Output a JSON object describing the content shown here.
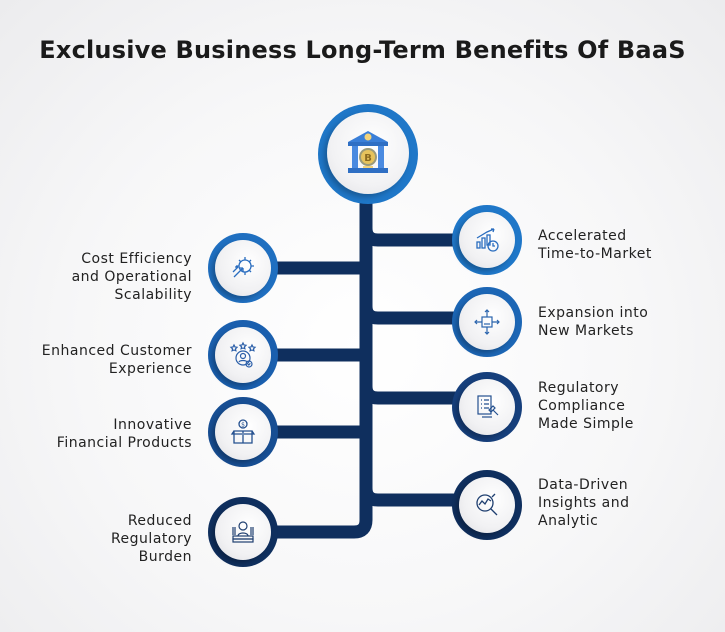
{
  "title": "Exclusive Business Long-Term Benefits Of BaaS",
  "center": {
    "icon": "bank-bitcoin-icon"
  },
  "colors": {
    "light_blue": "#1f77c8",
    "mid_blue": "#1a56a0",
    "dark_blue": "#0f2f5e",
    "text": "#222222"
  },
  "left_items": [
    {
      "lines": [
        "Cost Efficiency",
        "and Operational",
        "Scalability"
      ],
      "icon": "gear-arrows-icon"
    },
    {
      "lines": [
        "Enhanced Customer",
        "Experience"
      ],
      "icon": "customer-stars-icon"
    },
    {
      "lines": [
        "Innovative",
        "Financial Products"
      ],
      "icon": "money-box-icon"
    },
    {
      "lines": [
        "Reduced",
        "Regulatory",
        "Burden"
      ],
      "icon": "person-desk-icon"
    }
  ],
  "right_items": [
    {
      "lines": [
        "Accelerated",
        "Time-to-Market"
      ],
      "icon": "growth-chart-clock-icon"
    },
    {
      "lines": [
        "Expansion into",
        "New Markets"
      ],
      "icon": "expansion-arrows-icon"
    },
    {
      "lines": [
        "Regulatory",
        "Compliance",
        "Made Simple"
      ],
      "icon": "checklist-gavel-icon"
    },
    {
      "lines": [
        "Data-Driven",
        "Insights and",
        "Analytic"
      ],
      "icon": "magnifier-analytics-icon"
    }
  ]
}
